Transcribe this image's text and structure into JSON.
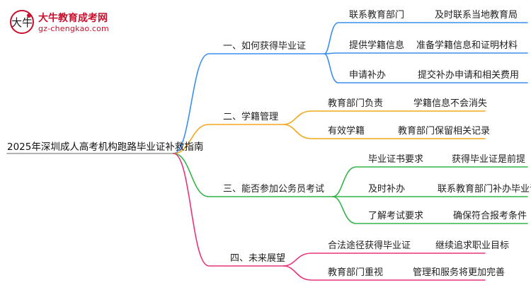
{
  "logo": {
    "name": "大牛教育成考网",
    "url": "gz-chengkao.com",
    "badge": "大牛"
  },
  "colors": {
    "blue": "#3b8ef0",
    "orange": "#f2a81d",
    "green": "#34b34a",
    "pink": "#e8337a"
  },
  "mindmap": {
    "root": "2025年深圳成人高考机构跑路毕业证补救指南",
    "branches": [
      {
        "label": "一、如何获得毕业证",
        "children": [
          {
            "label": "联系教育部门",
            "leaf": "及时联系当地教育局"
          },
          {
            "label": "提供学籍信息",
            "leaf": "准备学籍信息和证明材料"
          },
          {
            "label": "申请补办",
            "leaf": "提交补办申请和相关费用"
          }
        ]
      },
      {
        "label": "二、学籍管理",
        "children": [
          {
            "label": "教育部门负责",
            "leaf": "学籍信息不会消失"
          },
          {
            "label": "有效学籍",
            "leaf": "教育部门保留相关记录"
          }
        ]
      },
      {
        "label": "三、能否参加公务员考试",
        "children": [
          {
            "label": "毕业证书要求",
            "leaf": "获得毕业证是前提"
          },
          {
            "label": "及时补办",
            "leaf": "联系教育部门补办毕业证"
          },
          {
            "label": "了解考试要求",
            "leaf": "确保符合报考条件"
          }
        ]
      },
      {
        "label": "四、未来展望",
        "children": [
          {
            "label": "合法途径获得毕业证",
            "leaf": "继续追求职业目标"
          },
          {
            "label": "教育部门重视",
            "leaf": "管理和服务将更加完善"
          }
        ]
      }
    ]
  }
}
